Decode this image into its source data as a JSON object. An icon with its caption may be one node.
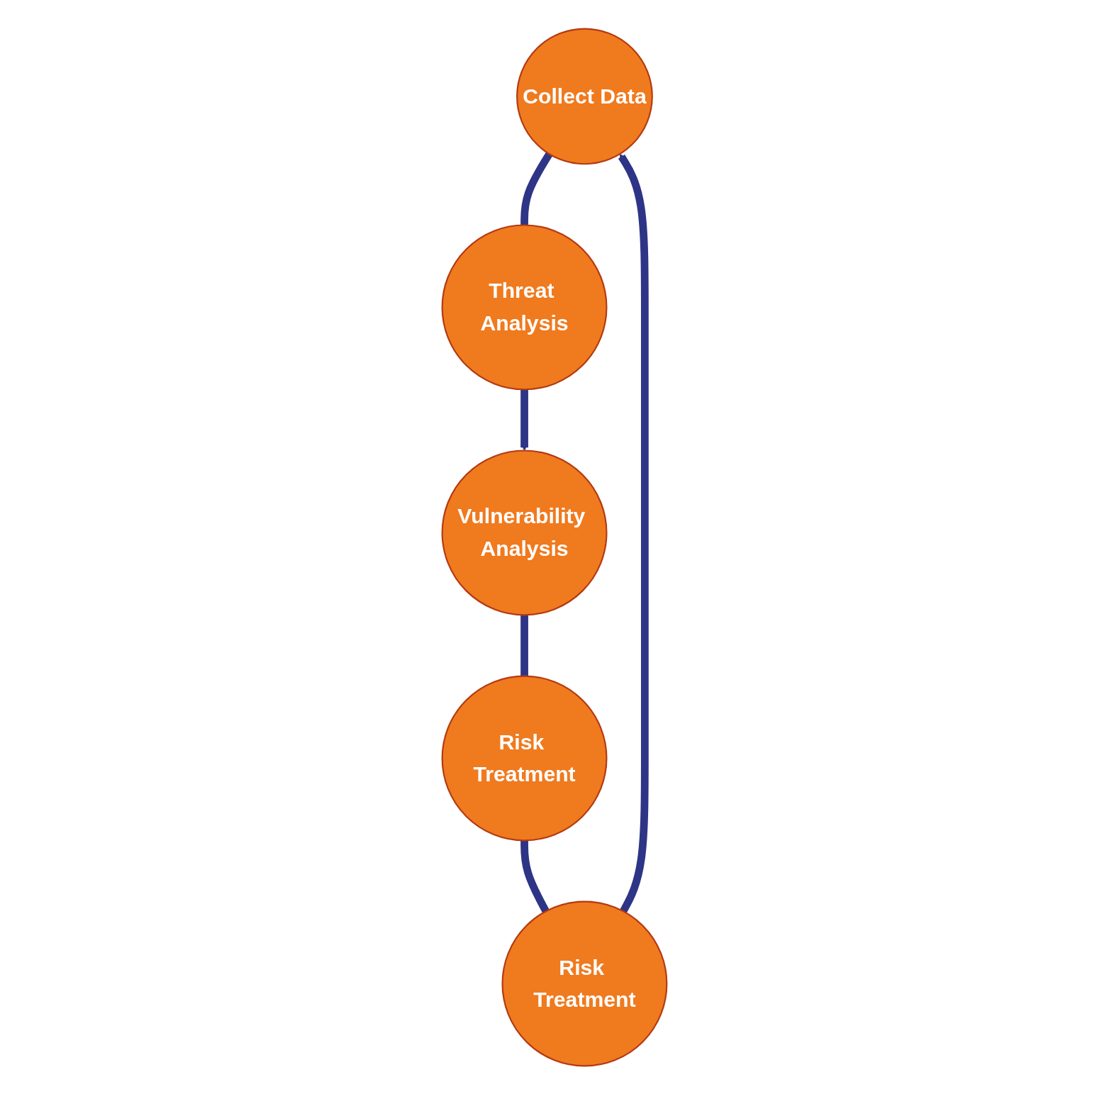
{
  "diagram": {
    "nodes": [
      {
        "text": [
          "Collect Data"
        ]
      },
      {
        "text": [
          "Threat Analysis"
        ]
      },
      {
        "text": [
          "Vulnerability Analysis"
        ]
      },
      {
        "text": [
          "Risk Treatment"
        ]
      },
      {
        "text": [
          "Risk Treatment"
        ]
      }
    ],
    "edges": [
      {
        "from": 0,
        "to": 1,
        "arrow": "none"
      },
      {
        "from": 1,
        "to": 2,
        "arrow": "to"
      },
      {
        "from": 2,
        "to": 3,
        "arrow": "none"
      },
      {
        "from": 3,
        "to": 4,
        "arrow": "none"
      },
      {
        "from": 4,
        "to": 0,
        "arrow": "to"
      }
    ]
  }
}
